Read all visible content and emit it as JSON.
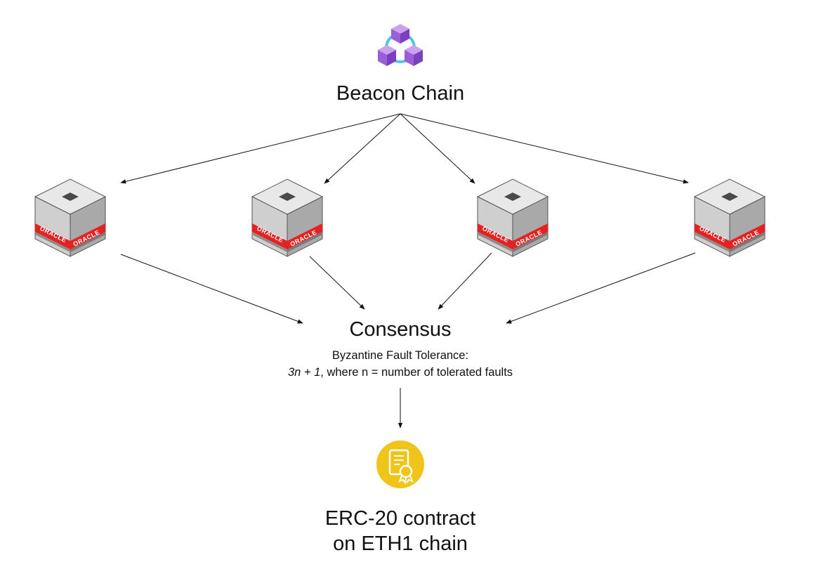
{
  "beacon": {
    "title": "Beacon Chain",
    "icon": "blockchain-cubes-icon",
    "colors": {
      "cube": "#9a5fd6",
      "cube_light": "#b98ae8",
      "link": "#4fc3e8"
    }
  },
  "oracles": {
    "icon": "oracle-server-icon",
    "band_text": "ORACLE",
    "colors": {
      "band": "#e52222",
      "body": "#c9c9c9",
      "side": "#a6a6a6",
      "top": "#e6e6e6"
    }
  },
  "consensus": {
    "title": "Consensus",
    "bft_heading": "Byzantine Fault Tolerance:",
    "bft_formula": "3n + 1",
    "bft_rest": ", where n = number of tolerated faults"
  },
  "contract": {
    "icon": "certificate-icon",
    "line1": "ERC-20 contract",
    "line2": "on ETH1 chain",
    "colors": {
      "badge": "#f0c419"
    }
  }
}
